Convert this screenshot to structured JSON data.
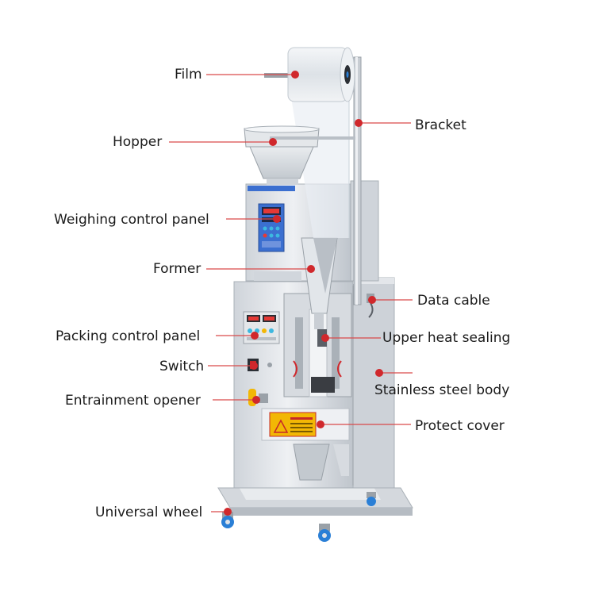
{
  "colors": {
    "leader_line": "#d94a4a",
    "callout_dot": "#d0282c",
    "steel_light": "#e6e9ed",
    "steel_mid": "#c9ced4",
    "steel_dark": "#9aa1a8",
    "panel_blue": "#3b6fd0",
    "panel_cyan": "#3db8e0",
    "display_red": "#e53935",
    "switch_red": "#c62828",
    "warning_yellow": "#f2b705",
    "wheel_blue": "#2a7fd6"
  },
  "callouts": [
    {
      "id": "film",
      "text": "Film"
    },
    {
      "id": "hopper",
      "text": "Hopper"
    },
    {
      "id": "weighing-control-panel",
      "text": "Weighing control panel"
    },
    {
      "id": "former",
      "text": "Former"
    },
    {
      "id": "packing-control-panel",
      "text": "Packing control panel"
    },
    {
      "id": "switch",
      "text": "Switch"
    },
    {
      "id": "entrainment-opener",
      "text": "Entrainment opener"
    },
    {
      "id": "universal-wheel",
      "text": "Universal wheel"
    },
    {
      "id": "bracket",
      "text": "Bracket"
    },
    {
      "id": "data-cable",
      "text": "Data cable"
    },
    {
      "id": "upper-heat-sealing",
      "text": "Upper heat sealing"
    },
    {
      "id": "stainless-steel-body",
      "text": "Stainless steel body"
    },
    {
      "id": "protect-cover",
      "text": "Protect cover"
    }
  ]
}
